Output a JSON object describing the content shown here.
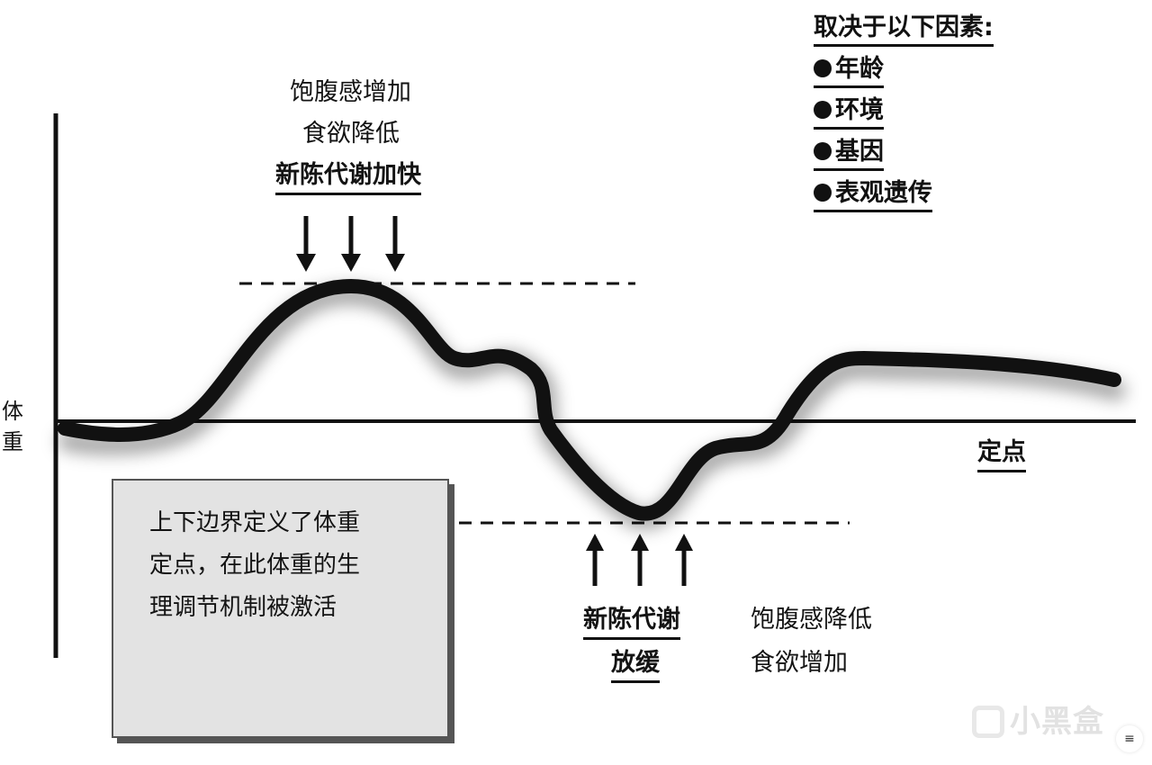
{
  "axes": {
    "y_label_chars": [
      "体",
      "重"
    ],
    "x_label": "定点"
  },
  "top_annotation": {
    "line1": "饱腹感增加",
    "line2": "食欲降低",
    "line3": "新陈代谢加快"
  },
  "bottom_annotation": {
    "metabolism_line1": "新陈代谢",
    "metabolism_line2": "放缓",
    "line1": "饱腹感降低",
    "line2": "食欲增加"
  },
  "factors": {
    "title": "取决于以下因素:",
    "items": [
      "年龄",
      "环境",
      "基因",
      "表观遗传"
    ]
  },
  "note_box": {
    "lines": [
      "上下边界定义了体重",
      "定点，在此体重的生",
      "理调节机制被激活"
    ]
  },
  "watermark": {
    "text": "小黑盒",
    "scan_icon": "scan-text-icon"
  },
  "colors": {
    "curve": "#111111",
    "box_fill": "#e3e3e3",
    "box_shadow": "#555555"
  }
}
